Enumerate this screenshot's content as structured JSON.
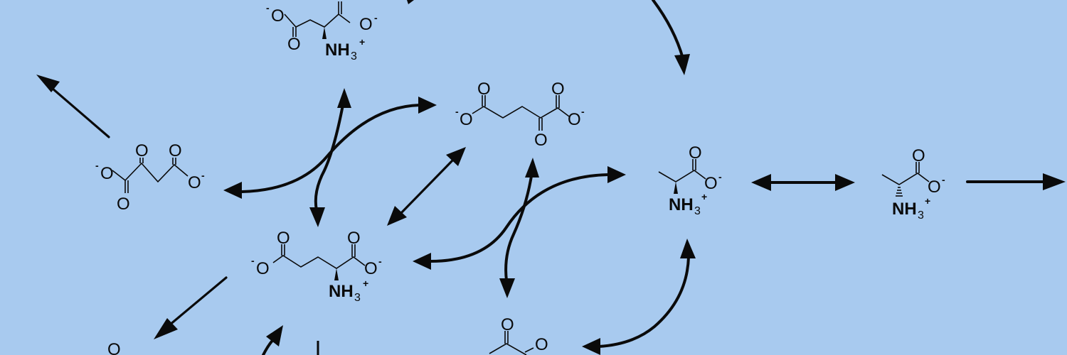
{
  "diagram": {
    "title": "",
    "background_color": "#a8caef",
    "ink_color": "#0a0a0a",
    "compounds": [
      {
        "id": "aspartate",
        "name": "L-aspartate",
        "labels": {
          "o_left_charge": "-",
          "o": "O",
          "o_carbonyl": "O",
          "o_right": "O",
          "o_right_charge": "-",
          "amine": "NH",
          "amine_sub": "3",
          "amine_charge": "+"
        }
      },
      {
        "id": "oxaloacetate",
        "name": "oxaloacetate",
        "labels": {
          "o": "O",
          "charge": "-"
        }
      },
      {
        "id": "alpha-ketoglutarate",
        "name": "alpha-ketoglutarate",
        "labels": {
          "o": "O",
          "charge": "-"
        }
      },
      {
        "id": "glutamate",
        "name": "L-glutamate",
        "labels": {
          "o": "O",
          "charge": "-",
          "amine": "NH",
          "amine_sub": "3",
          "amine_charge": "+"
        }
      },
      {
        "id": "l-alanine",
        "name": "L-alanine",
        "labels": {
          "o": "O",
          "charge": "-",
          "amine": "NH",
          "amine_sub": "3",
          "amine_charge": "+"
        }
      },
      {
        "id": "d-alanine",
        "name": "D-alanine",
        "labels": {
          "o": "O",
          "charge": "-",
          "amine": "NH",
          "amine_sub": "3",
          "amine_charge": "+"
        }
      },
      {
        "id": "pyruvate",
        "name": "pyruvate (partial)",
        "labels": {
          "o": "O"
        }
      },
      {
        "id": "partial-bottom-left",
        "name": "partial compound",
        "labels": {
          "o": "O"
        }
      }
    ],
    "arrows": [
      {
        "id": "arrow-to-top-left",
        "type": "single"
      },
      {
        "id": "arrow-top-curve-down",
        "type": "single"
      },
      {
        "id": "aspartate-glutamate-curve",
        "type": "double"
      },
      {
        "id": "oxaloacetate-akg-curve",
        "type": "double"
      },
      {
        "id": "akg-glutamate-diagonal",
        "type": "double"
      },
      {
        "id": "glutamate-lalanine-curve",
        "type": "double"
      },
      {
        "id": "akg-pyruvate-curve",
        "type": "double"
      },
      {
        "id": "lalanine-pyruvate-curve",
        "type": "double"
      },
      {
        "id": "lalanine-dalanine",
        "type": "double"
      },
      {
        "id": "dalanine-right",
        "type": "single"
      },
      {
        "id": "glutamate-down-left",
        "type": "single"
      },
      {
        "id": "bottom-up-right",
        "type": "single"
      }
    ]
  }
}
